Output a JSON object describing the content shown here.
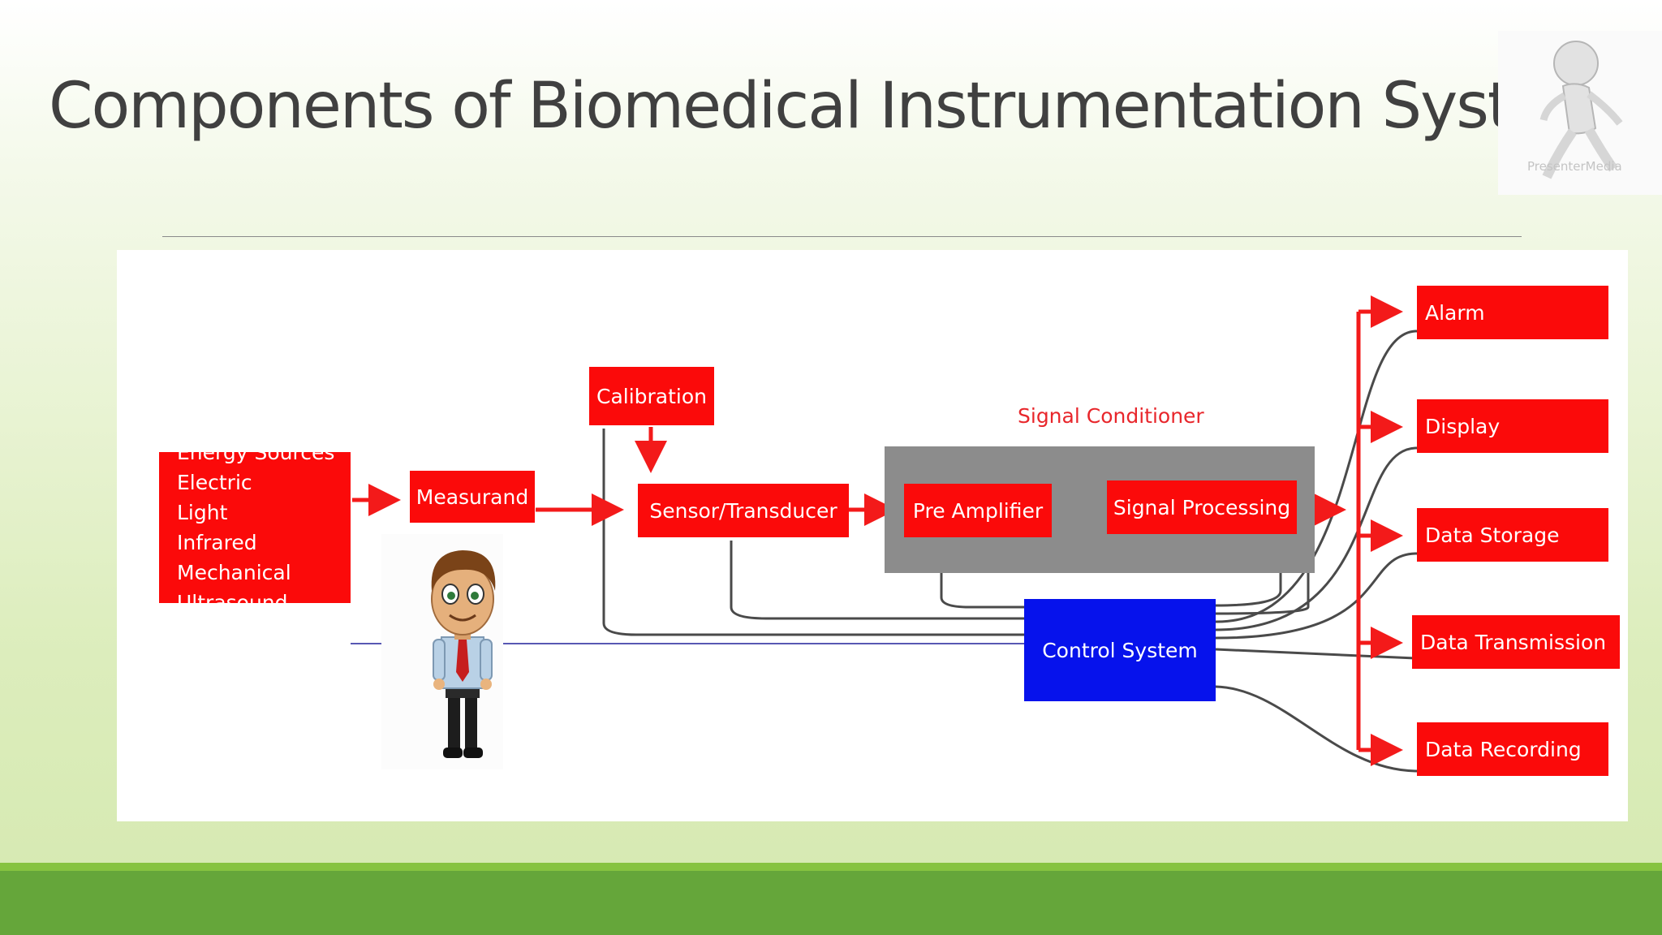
{
  "title": "Components of Biomedical Instrumentation System",
  "presenter_badge": {
    "watermark": "PresenterMedia"
  },
  "diagram": {
    "energy_sources": [
      "Energy Sources",
      "Electric",
      "Light",
      "Infrared",
      "Mechanical",
      "Ultrasound"
    ],
    "measurand": "Measurand",
    "calibration": "Calibration",
    "sensor": "Sensor/Transducer",
    "signal_conditioner_label": "Signal  Conditioner",
    "pre_amplifier": "Pre Amplifier",
    "signal_processing": "Signal Processing",
    "control_system": "Control System",
    "outputs": [
      "Alarm",
      "Display",
      "Data Storage",
      "Data Transmission",
      "Data Recording"
    ]
  },
  "colors": {
    "block_red": "#fb0a0a",
    "control_blue": "#0612ec",
    "conditioner_gray": "#8c8c8c",
    "title_gray": "#404040",
    "footer_green": "#65a63a"
  }
}
